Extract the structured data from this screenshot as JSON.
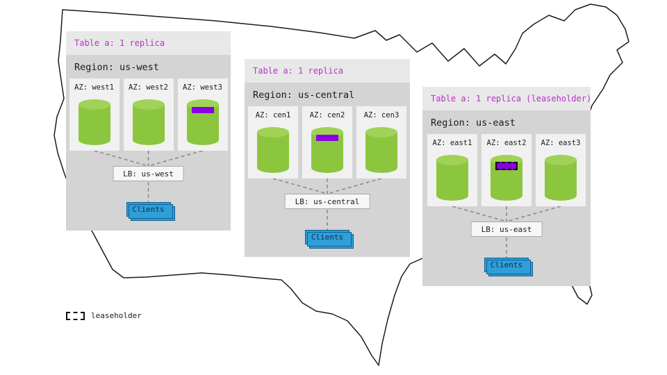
{
  "regions": [
    {
      "table_label": "Table a: 1 replica",
      "region_label": "Region: us-west",
      "azs": [
        {
          "label": "AZ: west1"
        },
        {
          "label": "AZ: west2"
        },
        {
          "label": "AZ: west3"
        }
      ],
      "replica_band_az": "AZ: west3",
      "lb_label": "LB: us-west",
      "clients_label": "Clients"
    },
    {
      "table_label": "Table a: 1 replica",
      "region_label": "Region: us-central",
      "azs": [
        {
          "label": "AZ: cen1"
        },
        {
          "label": "AZ: cen2"
        },
        {
          "label": "AZ: cen3"
        }
      ],
      "replica_band_az": "AZ: cen2",
      "lb_label": "LB: us-central",
      "clients_label": "Clients"
    },
    {
      "table_label": "Table a: 1 replica (leaseholder)",
      "region_label": "Region: us-east",
      "azs": [
        {
          "label": "AZ: east1"
        },
        {
          "label": "AZ: east2"
        },
        {
          "label": "AZ: east3"
        }
      ],
      "replica_band_az": "AZ: east2",
      "lb_label": "LB: us-east",
      "clients_label": "Clients"
    }
  ],
  "legend": {
    "label": "leaseholder"
  },
  "colors": {
    "replica_green": "#8cc63e",
    "replica_green_top": "#9fd257",
    "band_purple": "#8a00e0",
    "table_label_purple": "#b832c8",
    "clients_blue": "#2f9ed9",
    "panel_gray": "#d4d4d4",
    "az_box_gray": "#f1f1f1"
  }
}
